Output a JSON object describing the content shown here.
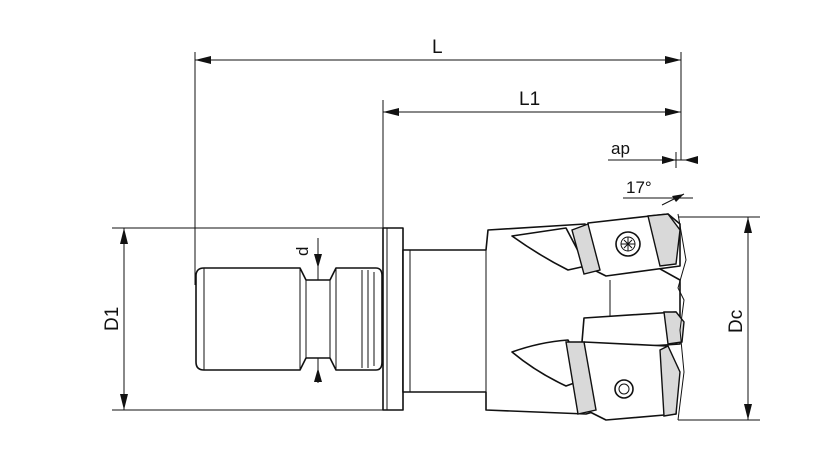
{
  "labels": {
    "L": "L",
    "L1": "L1",
    "ap": "ap",
    "angle": "17°",
    "d": "d",
    "D1": "D1",
    "Dc": "Dc"
  },
  "colors": {
    "line": "#111111",
    "background": "#ffffff",
    "shade": "#d9d9d9"
  }
}
